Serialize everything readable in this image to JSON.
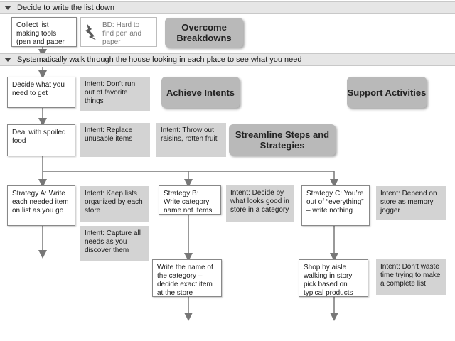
{
  "sections": [
    {
      "label": "Decide to write the list down"
    },
    {
      "label": "Systematically walk through the house looking in each place to see what you need"
    }
  ],
  "steps": {
    "collect": "Collect list making tools (pen and paper",
    "decide": "Decide what you need to get",
    "deal": "Deal with spoiled food",
    "strategy_a": "Strategy A: Write each needed item on list as you go",
    "strategy_b": "Strategy B: Write category name not items",
    "strategy_c": "Strategy C: You’re out of “everything” – write nothing",
    "write_category": "Write the name of the category – decide exact item at the store",
    "shop_aisle": "Shop by aisle walking in story pick based on typical products"
  },
  "breakdown": {
    "text": "BD: Hard to find pen and paper",
    "icon": "lightning-icon"
  },
  "intents": {
    "favorites": "Intent: Don’t run out of favorite things",
    "replace": "Intent: Replace unusable items",
    "throw_out": "Intent: Throw out raisins, rotten fruit",
    "keep_lists": "Intent: Keep lists organized by each store",
    "capture": "Intent: Capture all needs as you discover them",
    "decide_looks": "Intent: Decide by what looks good in store in a category",
    "depend": "Intent: Depend on store as memory jogger",
    "dont_waste": "Intent: Don’t waste time trying to make a complete list"
  },
  "categories": {
    "overcome": "Overcome Breakdowns",
    "achieve": "Achieve Intents",
    "support": "Support Activities",
    "streamline": "Streamline Steps and Strategies"
  },
  "colors": {
    "intent_bg": "#d3d3d3",
    "category_bg": "#b9b9b9",
    "bar_bg": "#e6e6e6",
    "line": "#777777"
  }
}
